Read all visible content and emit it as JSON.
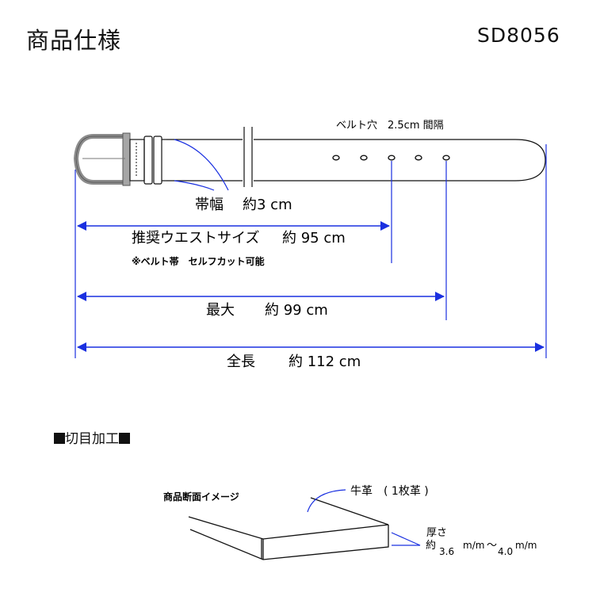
{
  "header": {
    "title": "商品仕様",
    "model": "SD8056"
  },
  "belt": {
    "hole_label": "ベルト穴　2.5cm 間隔",
    "width_label": "帯幅",
    "width_value": "約3 cm",
    "recommended_label": "推奨ウエストサイズ",
    "recommended_value": "約 95 cm",
    "cut_note": "※ベルト帯　セルフカット可能",
    "max_label": "最大",
    "max_value": "約 99 cm",
    "total_label": "全長",
    "total_value": "約 112 cm"
  },
  "cut_section": {
    "heading": "切目加工",
    "image_label": "商品断面イメージ",
    "material_label": "牛革",
    "material_detail": "( 1枚革 )",
    "thickness_label": "厚さ",
    "thickness_prefix": "約",
    "thickness_min": "3.6",
    "thickness_unit1": "m/m",
    "thickness_sep": "〜",
    "thickness_max": "4.0",
    "thickness_unit2": "m/m"
  },
  "colors": {
    "line": "#111111",
    "accent": "#1a30e0",
    "buckle": "#8c8c8c"
  }
}
